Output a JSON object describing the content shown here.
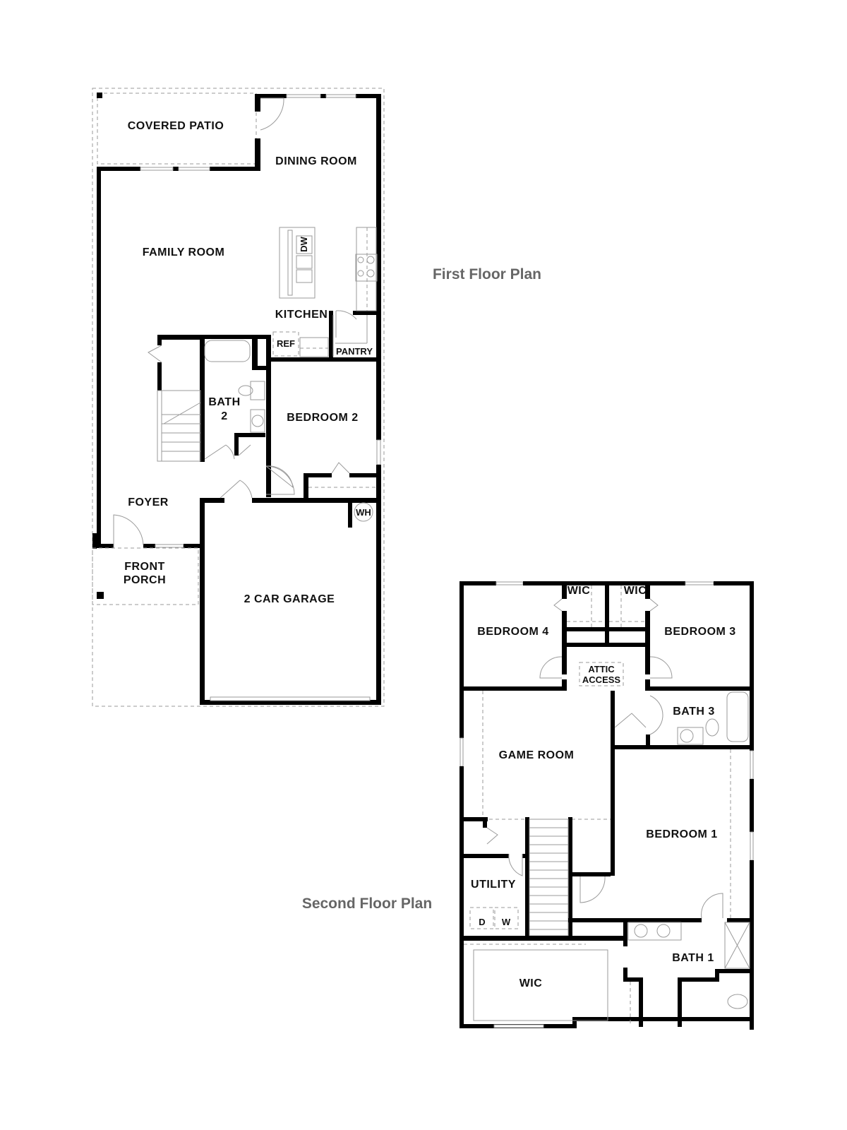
{
  "titles": {
    "first_floor": "First Floor Plan",
    "second_floor": "Second Floor Plan"
  },
  "first_floor": {
    "rooms": {
      "covered_patio": "COVERED PATIO",
      "dining_room": "DINING ROOM",
      "family_room": "FAMILY ROOM",
      "kitchen": "KITCHEN",
      "pantry": "PANTRY",
      "ref": "REF",
      "dw": "DW",
      "bath2_line1": "BATH",
      "bath2_line2": "2",
      "bedroom2": "BEDROOM 2",
      "foyer": "FOYER",
      "front_porch_line1": "FRONT",
      "front_porch_line2": "PORCH",
      "garage": "2 CAR GARAGE",
      "wh": "WH"
    }
  },
  "second_floor": {
    "rooms": {
      "bedroom4": "BEDROOM 4",
      "wic_left": "WIC",
      "wic_right": "WIC",
      "bedroom3": "BEDROOM 3",
      "attic_line1": "ATTIC",
      "attic_line2": "ACCESS",
      "bath3": "BATH 3",
      "game_room": "GAME ROOM",
      "bedroom1": "BEDROOM 1",
      "utility": "UTILITY",
      "dryer": "D",
      "washer": "W",
      "bath1": "BATH 1",
      "wic_master": "WIC"
    }
  },
  "colors": {
    "wall": "#000000",
    "fixture": "#9a9a9a",
    "title": "#666666"
  }
}
